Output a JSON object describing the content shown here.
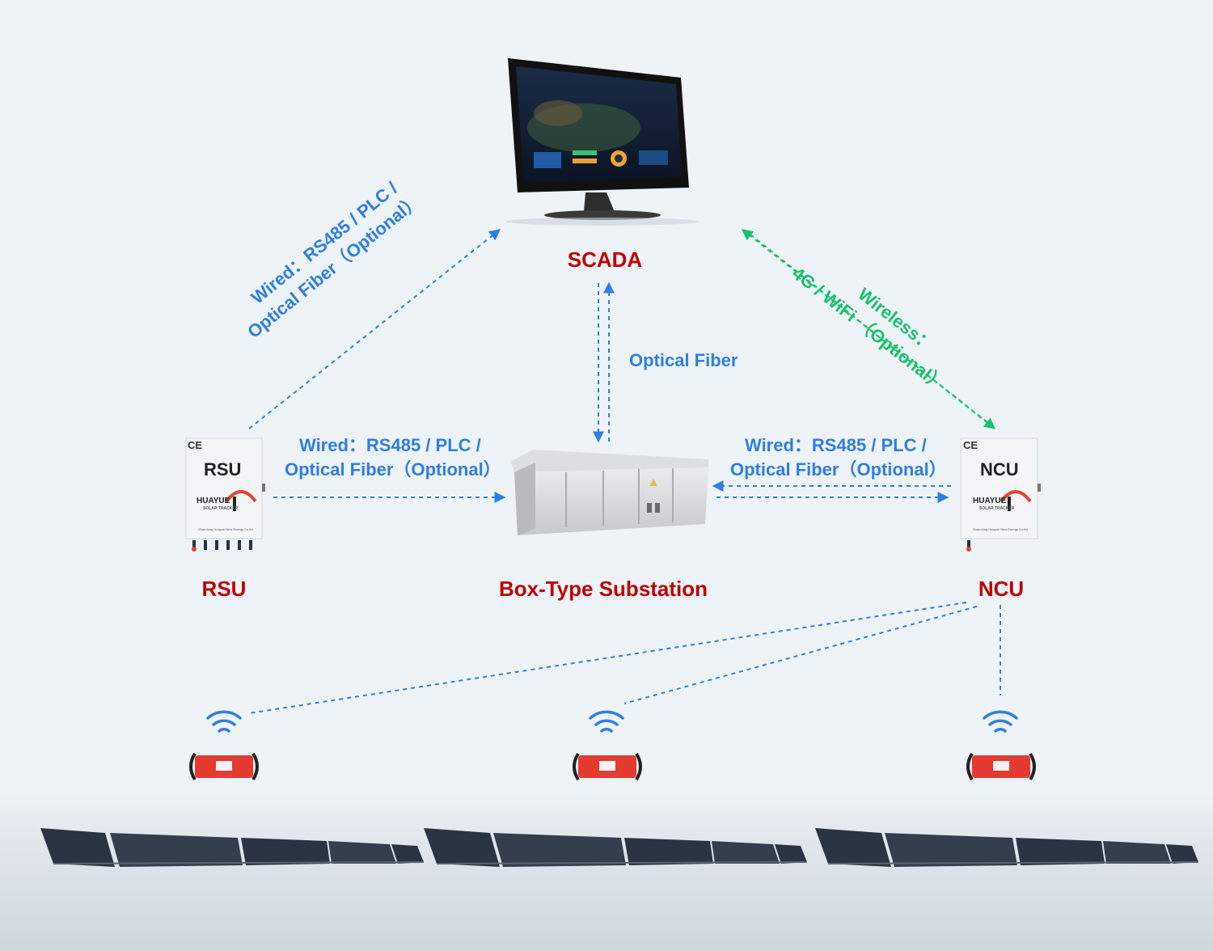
{
  "nodes": {
    "scada": {
      "label": "SCADA"
    },
    "rsu": {
      "label": "RSU",
      "device_text": "RSU",
      "brand": "HUAYUE",
      "brand_sub": "SOLAR TRACKER",
      "company": "Shandong Huayue New Energy Co.ltd",
      "mark": "CE"
    },
    "substation": {
      "label": "Box-Type Substation"
    },
    "ncu": {
      "label": "NCU",
      "device_text": "NCU",
      "brand": "HUAYUE",
      "brand_sub": "SOLAR TRACKER",
      "company": "Shandong Huayue New Energy Co.ltd",
      "mark": "CE"
    }
  },
  "links": {
    "rsu_scada": {
      "line1": "Wired：RS485 / PLC /",
      "line2": "Optical Fiber（Optional）"
    },
    "substation_scada": {
      "text": "Optical Fiber"
    },
    "ncu_scada": {
      "line1": "Wireless：",
      "line2": "4G / WiFi （Optional）"
    },
    "rsu_substation": {
      "line1": "Wired：RS485 / PLC /",
      "line2": "Optical Fiber（Optional）"
    },
    "ncu_substation": {
      "line1": "Wired：RS485 / PLC /",
      "line2": "Optical Fiber（Optional）"
    }
  },
  "colors": {
    "label_red": "#c00000",
    "link_blue": "#2e7fe6",
    "link_green": "#19c36a",
    "tcu_red": "#e53a2f",
    "background": "#eef3f8"
  },
  "icons": [
    "monitor-icon",
    "substation-icon",
    "wifi-icon",
    "tcu-device-icon",
    "solar-panel-icon"
  ]
}
